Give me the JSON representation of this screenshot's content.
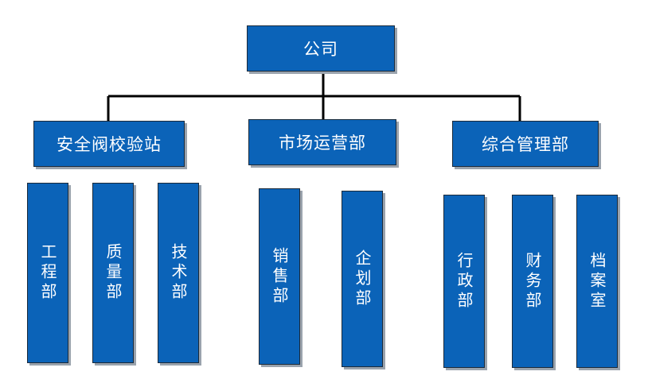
{
  "root": {
    "label": "公司"
  },
  "departments": [
    {
      "label": "安全阀校验站",
      "children": [
        "工程部",
        "质量部",
        "技术部"
      ]
    },
    {
      "label": "市场运营部",
      "children": [
        "销售部",
        "企划部"
      ]
    },
    {
      "label": "综合管理部",
      "children": [
        "行政部",
        "财务部",
        "档案室"
      ]
    }
  ]
}
